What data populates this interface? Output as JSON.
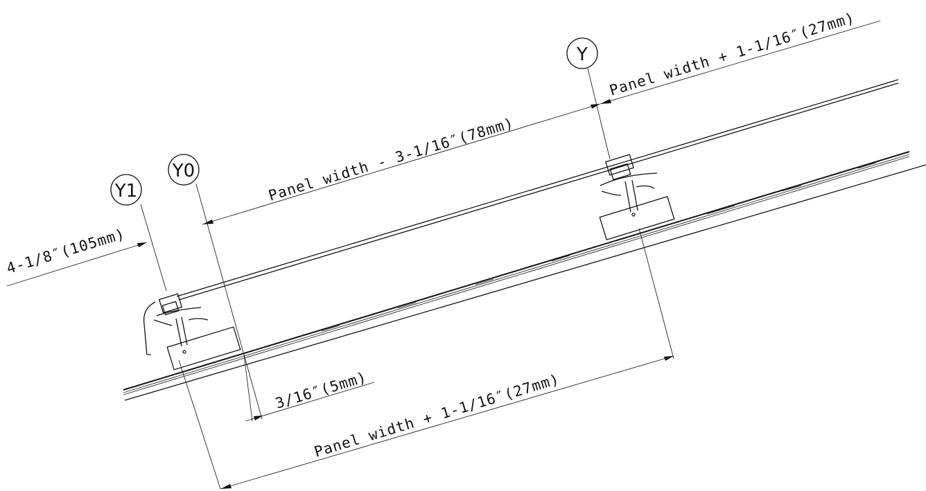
{
  "gridlines": {
    "y1": "Y1",
    "y0": "Y0",
    "y": "Y"
  },
  "dimensions": {
    "offset_left": "4-1/8″(105mm)",
    "panel_minus": "Panel width - 3-1/16″(78mm)",
    "panel_plus_top": "Panel width + 1-1/16″(27mm)",
    "gap": "3/16″(5mm)",
    "panel_plus_bottom": "Panel width + 1-1/16″(27mm)"
  }
}
